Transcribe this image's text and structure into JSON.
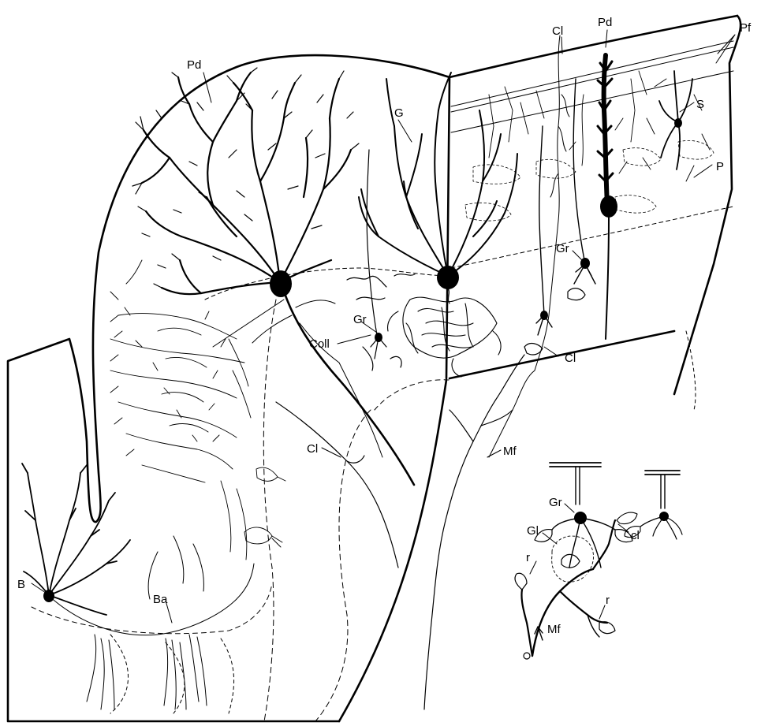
{
  "labels": {
    "pd_left": "Pd",
    "g": "G",
    "cl_top": "Cl",
    "pd_right": "Pd",
    "pf": "Pf",
    "s": "S",
    "p": "P",
    "gr_right": "Gr",
    "gr_mid": "Gr",
    "coll": "Coll",
    "cl_right": "Cl",
    "cl_left": "Cl",
    "mf": "Mf",
    "b": "B",
    "ba": "Ba",
    "inset_gr": "Gr",
    "inset_gl": "Gl",
    "inset_cl": "cl",
    "inset_r_left": "r",
    "inset_r_right": "r",
    "inset_mf": "Mf"
  },
  "colors": {
    "ink": "#000000",
    "paper": "#ffffff"
  }
}
